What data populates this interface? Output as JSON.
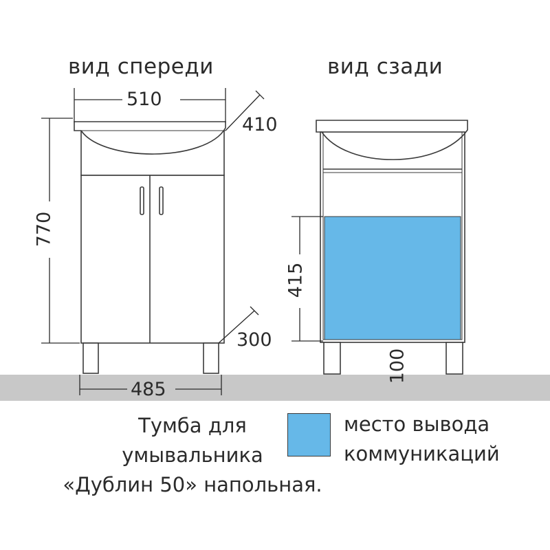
{
  "titles": {
    "front": "вид спереди",
    "back": "вид сзади"
  },
  "dimensions": {
    "top_width": "510",
    "depth_top": "410",
    "height": "770",
    "depth_bottom": "300",
    "bottom_width": "485",
    "opening_height": "415",
    "leg_gap": "100"
  },
  "caption": {
    "line1": "Тумба для",
    "line2": "умывальника",
    "line3": "«Дублин 50» напольная."
  },
  "legend": {
    "line1": "место вывода",
    "line2": "коммуникаций",
    "swatch_color": "#66b8e8"
  },
  "colors": {
    "floor": "#c8c8c8",
    "outline": "#3a3a3a",
    "utility_zone": "#66b8e8"
  }
}
